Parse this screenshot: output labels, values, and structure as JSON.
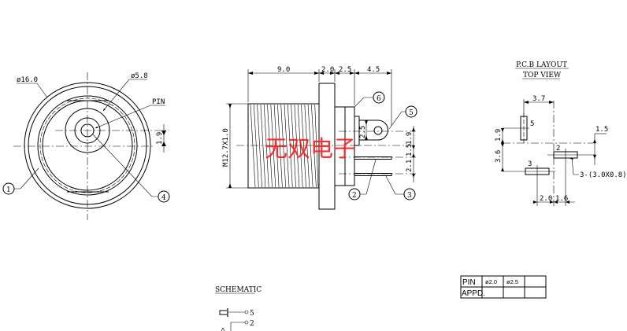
{
  "front_view": {
    "outer_diameter": "ø16.0",
    "inner_diameter": "ø5.8",
    "pin_label": "PIN",
    "offset_dim": "1.9",
    "balloons": [
      "1",
      "4"
    ]
  },
  "side_view": {
    "dims_top": [
      "9.0",
      "2.0",
      "2.5",
      "4.5"
    ],
    "thread_label": "M12.7X1.0",
    "lug_dim": "2.5",
    "right_dims": [
      "1.9",
      "1.5",
      "2.1"
    ],
    "balloons": [
      "6",
      "5",
      "2",
      "3"
    ],
    "watermark": "无双电子"
  },
  "pcb_layout": {
    "title": "P.C.B LAYOUT",
    "subtitle": "TOP VIEW",
    "dims": {
      "top": "3.7",
      "left_upper": "1.9",
      "left_lower": "3.6",
      "right": "1.5",
      "bottom_left": "2.0",
      "bottom_right": "1.6"
    },
    "pad_labels": [
      "5",
      "2",
      "3"
    ],
    "pad_note": "3-(3.0X0.8)"
  },
  "schematic": {
    "title": "SCHEMATIC",
    "pins": [
      "5",
      "2"
    ]
  },
  "table": {
    "rows": [
      [
        "PIN",
        "ø2.0",
        "ø2.5",
        ""
      ],
      [
        "APPD.",
        "",
        "",
        ""
      ]
    ]
  },
  "colors": {
    "line": "#000000",
    "watermark": "#ff1a1a"
  }
}
